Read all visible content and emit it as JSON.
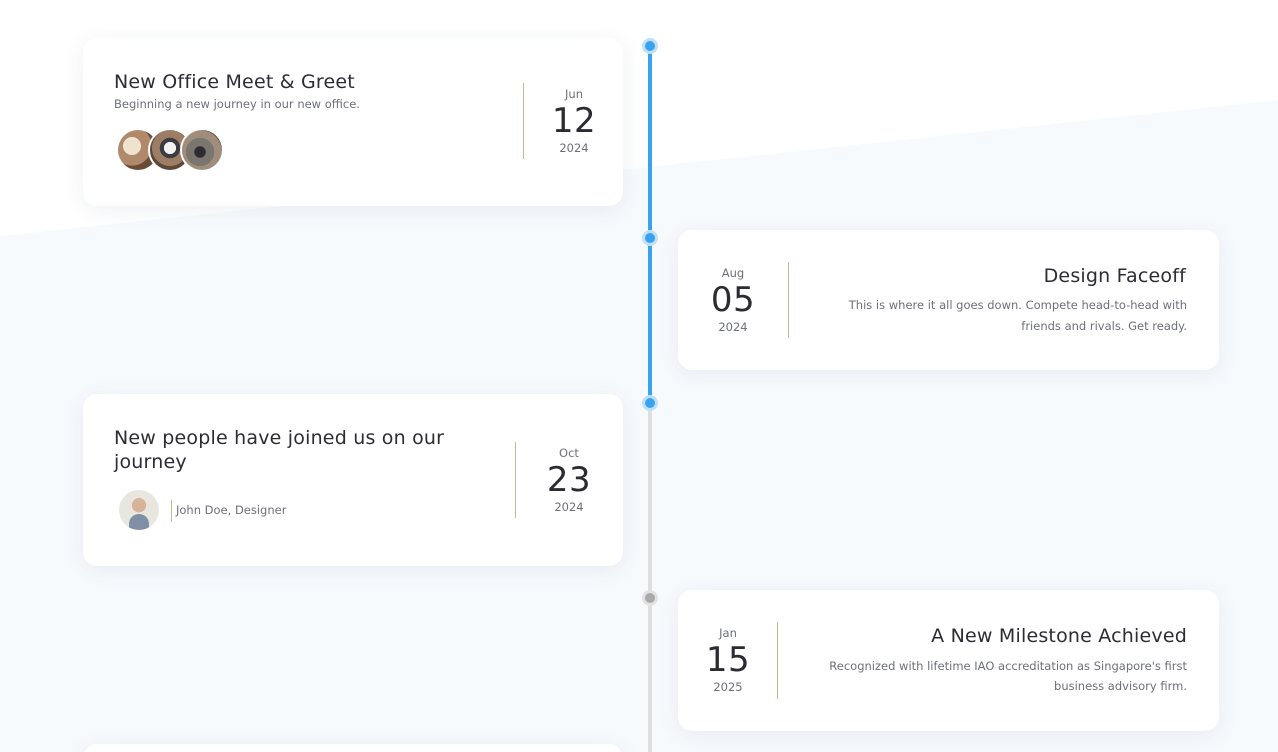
{
  "colors": {
    "accent": "#3aa3f0",
    "inactive": "#dedede",
    "separator": "#c6b590"
  },
  "timeline": {
    "events": [
      {
        "title": "New Office Meet & Greet",
        "subtitle": "Beginning a new journey in our new office.",
        "month": "Jun",
        "day": "12",
        "year": "2024",
        "avatars": [
          "office-photo-1",
          "office-photo-2",
          "office-photo-3"
        ]
      },
      {
        "title": "Design Faceoff",
        "description": "This is where it all goes down. Compete head-to-head with friends and rivals. Get ready.",
        "month": "Aug",
        "day": "05",
        "year": "2024"
      },
      {
        "title": "New people have joined us on our journey",
        "author": "John Doe, Designer",
        "month": "Oct",
        "day": "23",
        "year": "2024"
      },
      {
        "title": "A New Milestone Achieved",
        "description": "Recognized with lifetime IAO accreditation as Singapore's first business advisory firm.",
        "month": "Jan",
        "day": "15",
        "year": "2025"
      }
    ]
  }
}
